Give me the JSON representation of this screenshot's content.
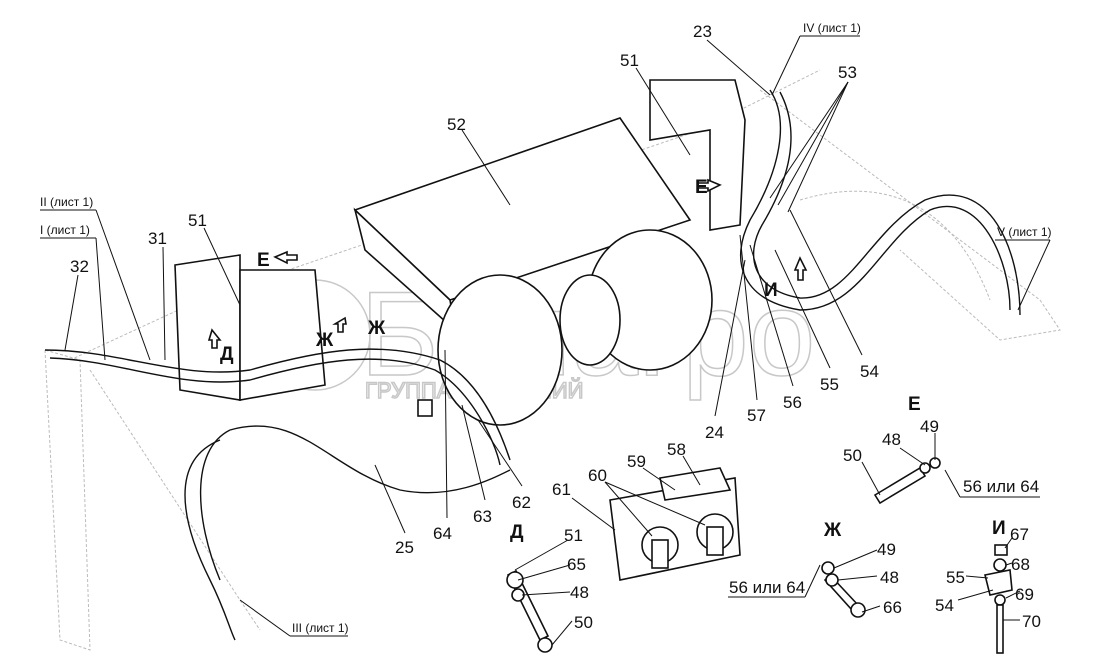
{
  "watermark": {
    "brand": "Белагро",
    "subtitle": "ГРУППА КОМПАНИЙ"
  },
  "references": {
    "sheet_iv": "IV (лист 1)",
    "sheet_ii": "II (лист 1)",
    "sheet_i": "I (лист 1)",
    "sheet_v": "V (лист 1)",
    "sheet_iii": "III (лист 1)",
    "alt_56_64_e": "56 или 64",
    "alt_56_64_zh": "56 или 64"
  },
  "views": {
    "e_top": "Е",
    "e_left": "Е",
    "i_main": "И",
    "zh_1": "Ж",
    "zh_2": "Ж",
    "d_main": "Д",
    "e_detail": "Е",
    "d_detail": "Д",
    "zh_detail": "Ж",
    "i_detail": "И"
  },
  "labels": {
    "p23": "23",
    "p51a": "51",
    "p53": "53",
    "p52": "52",
    "p31": "31",
    "p51b": "51",
    "p32": "32",
    "p54a": "54",
    "p55a": "55",
    "p56": "56",
    "p57": "57",
    "p24": "24",
    "p49a": "49",
    "p48a": "48",
    "p50a": "50",
    "p58": "58",
    "p59": "59",
    "p60": "60",
    "p61": "61",
    "p62": "62",
    "p63": "63",
    "p64": "64",
    "p25": "25",
    "p51c": "51",
    "p65": "65",
    "p48b": "48",
    "p50b": "50",
    "p49b": "49",
    "p48c": "48",
    "p66": "66",
    "p67": "67",
    "p68": "68",
    "p55b": "55",
    "p69": "69",
    "p54b": "54",
    "p70": "70"
  }
}
